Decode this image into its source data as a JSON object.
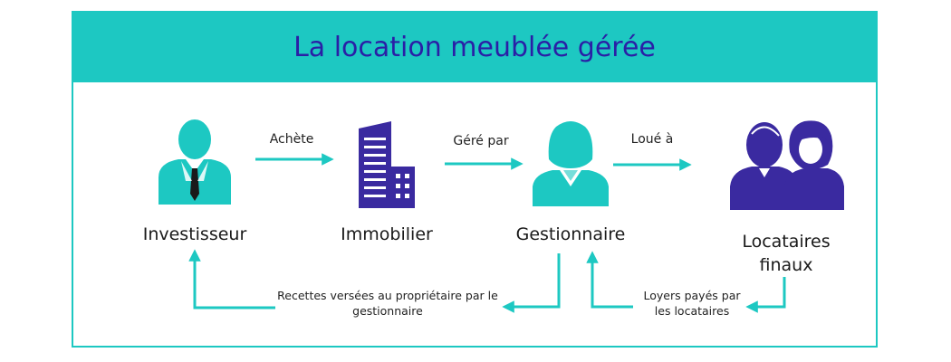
{
  "title": "La location meublée gérée",
  "colors": {
    "accent": "#1dc8c2",
    "primary": "#2a1fa6",
    "text": "#1a1a1a"
  },
  "nodes": [
    {
      "id": "investisseur",
      "label": "Investisseur",
      "icon": "businessman-icon"
    },
    {
      "id": "immobilier",
      "label": "Immobilier",
      "icon": "building-icon"
    },
    {
      "id": "gestionnaire",
      "label": "Gestionnaire",
      "icon": "businesswoman-icon"
    },
    {
      "id": "locataires",
      "label": "Locataires finaux",
      "icon": "tenants-couple-icon"
    }
  ],
  "edges": [
    {
      "from": "investisseur",
      "to": "immobilier",
      "label": "Achète"
    },
    {
      "from": "immobilier",
      "to": "gestionnaire",
      "label": "Géré par"
    },
    {
      "from": "gestionnaire",
      "to": "locataires",
      "label": "Loué à"
    },
    {
      "from": "locataires",
      "to": "gestionnaire",
      "label": "Loyers payés par les locataires"
    },
    {
      "from": "gestionnaire",
      "to": "investisseur",
      "label": "Recettes versées au propriétaire par le gestionnaire"
    }
  ]
}
